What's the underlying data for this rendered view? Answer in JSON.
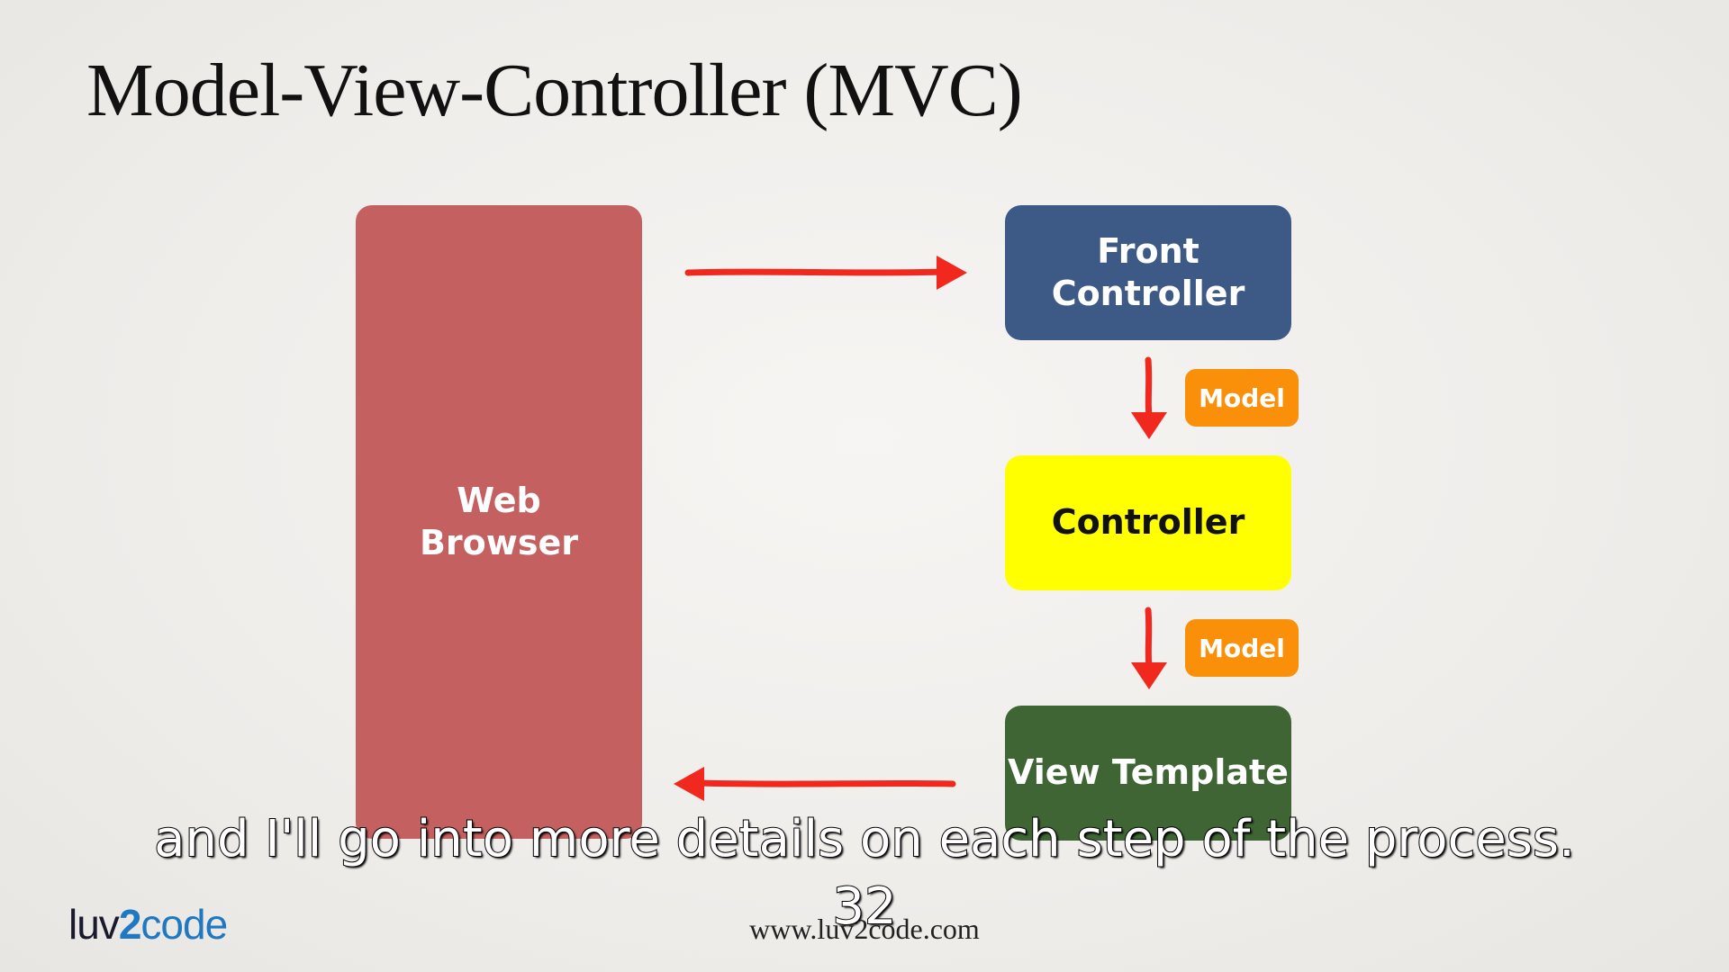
{
  "slide": {
    "title": "Model-View-Controller (MVC)",
    "website": "www.luv2code.com",
    "slide_number": "32",
    "caption": "and I'll go into more details on each step of the process."
  },
  "logo": {
    "text_pre": "luv",
    "text_two": "2",
    "text_post": "code"
  },
  "diagram": {
    "nodes": {
      "web_browser": {
        "label": "Web\nBrowser",
        "color": "#c46060"
      },
      "front_controller": {
        "label": "Front\nController",
        "color": "#3d5a87"
      },
      "controller": {
        "label": "Controller",
        "color": "#ffff00"
      },
      "view_template": {
        "label": "View Template",
        "color": "#3f6535"
      }
    },
    "badges": {
      "model_1": {
        "label": "Model",
        "color": "#fa8f0a"
      },
      "model_2": {
        "label": "Model",
        "color": "#fa8f0a"
      }
    },
    "arrow_color": "#f0281e"
  }
}
